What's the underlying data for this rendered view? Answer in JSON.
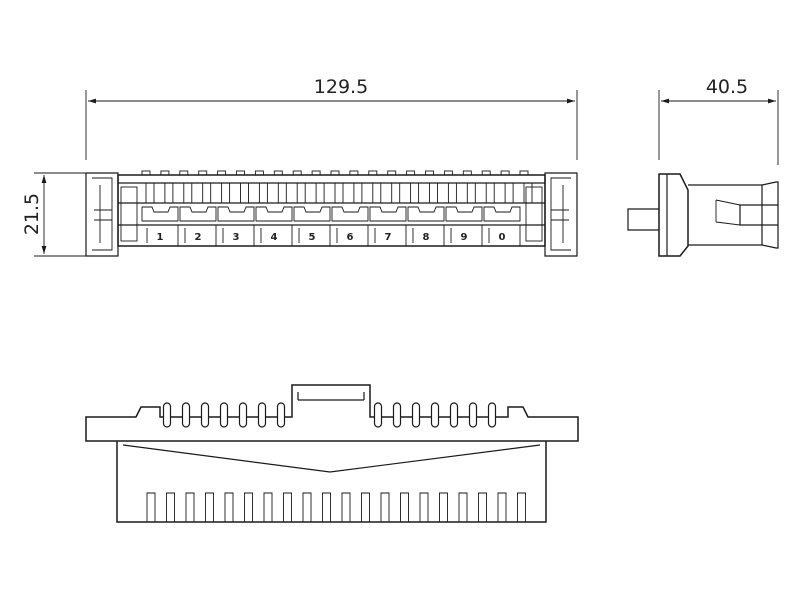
{
  "dimensions": {
    "length": "129.5",
    "width": "40.5",
    "height": "21.5"
  },
  "terminal_numbers": [
    "1",
    "2",
    "3",
    "4",
    "5",
    "6",
    "7",
    "8",
    "9",
    "0"
  ],
  "colors": {
    "line": "#1a1a1a",
    "background": "#ffffff"
  }
}
